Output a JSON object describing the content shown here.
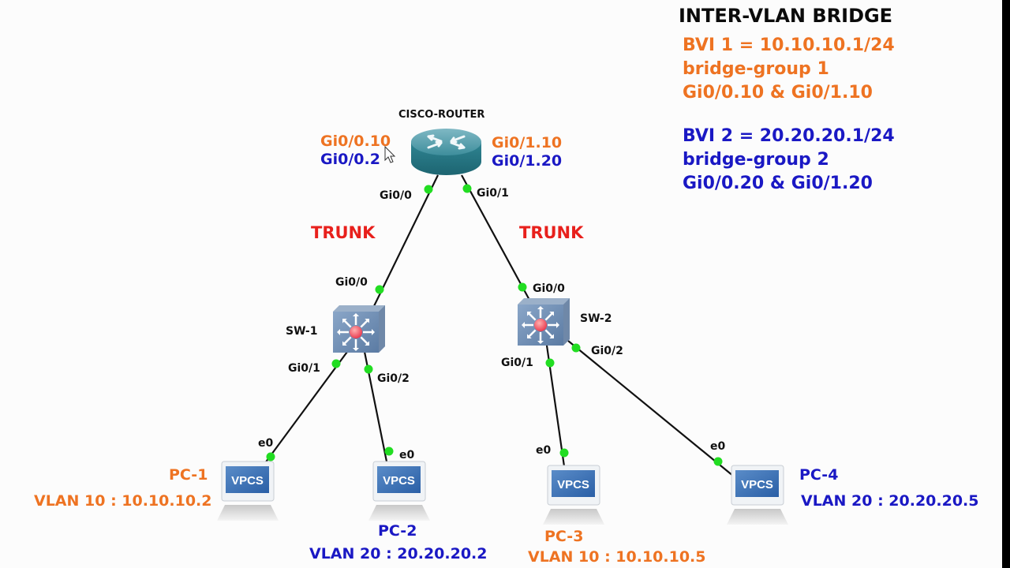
{
  "colors": {
    "vlan10": "#ee7322",
    "vlan20": "#1a18c4",
    "trunk": "#e8201c",
    "port_up": "#22dd22",
    "link": "#111111"
  },
  "info_panel": {
    "title": "INTER-VLAN BRIDGE",
    "bvi1": {
      "line1": "BVI 1 = 10.10.10.1/24",
      "line2": "bridge-group 1",
      "line3": "Gi0/0.10 & Gi0/1.10"
    },
    "bvi2": {
      "line1": "BVI 2 = 20.20.20.1/24",
      "line2": "bridge-group 2",
      "line3": "Gi0/0.20 & Gi0/1.20"
    }
  },
  "router": {
    "name": "CISCO-ROUTER",
    "icon": "router-icon",
    "left_subifs": [
      "Gi0/0.10",
      "Gi0/0.2"
    ],
    "right_subifs": [
      "Gi0/1.10",
      "Gi0/1.20"
    ],
    "ports": [
      "Gi0/0",
      "Gi0/1"
    ]
  },
  "links": [
    {
      "label": "TRUNK",
      "a": "CISCO-ROUTER Gi0/0",
      "b": "SW-1 Gi0/0"
    },
    {
      "label": "TRUNK",
      "a": "CISCO-ROUTER Gi0/1",
      "b": "SW-2 Gi0/0"
    },
    {
      "label": "",
      "a": "SW-1 Gi0/1",
      "b": "PC-1 e0"
    },
    {
      "label": "",
      "a": "SW-1 Gi0/2",
      "b": "PC-2 e0"
    },
    {
      "label": "",
      "a": "SW-2 Gi0/1",
      "b": "PC-3 e0"
    },
    {
      "label": "",
      "a": "SW-2 Gi0/2",
      "b": "PC-4 e0"
    }
  ],
  "switches": [
    {
      "name": "SW-1",
      "icon": "multilayer-switch-icon",
      "ports": [
        "Gi0/0",
        "Gi0/1",
        "Gi0/2"
      ]
    },
    {
      "name": "SW-2",
      "icon": "multilayer-switch-icon",
      "ports": [
        "Gi0/0",
        "Gi0/1",
        "Gi0/2"
      ]
    }
  ],
  "pcs": [
    {
      "name": "PC-1",
      "vlan_ip": "VLAN 10 : 10.10.10.2",
      "port": "e0",
      "screen": "VPCS",
      "vlan": 10
    },
    {
      "name": "PC-2",
      "vlan_ip": "VLAN 20 : 20.20.20.2",
      "port": "e0",
      "screen": "VPCS",
      "vlan": 20
    },
    {
      "name": "PC-3",
      "vlan_ip": "VLAN 10 : 10.10.10.5",
      "port": "e0",
      "screen": "VPCS",
      "vlan": 10
    },
    {
      "name": "PC-4",
      "vlan_ip": "VLAN 20 : 20.20.20.5",
      "port": "e0",
      "screen": "VPCS",
      "vlan": 20
    }
  ],
  "cursor": "mouse-pointer-icon"
}
